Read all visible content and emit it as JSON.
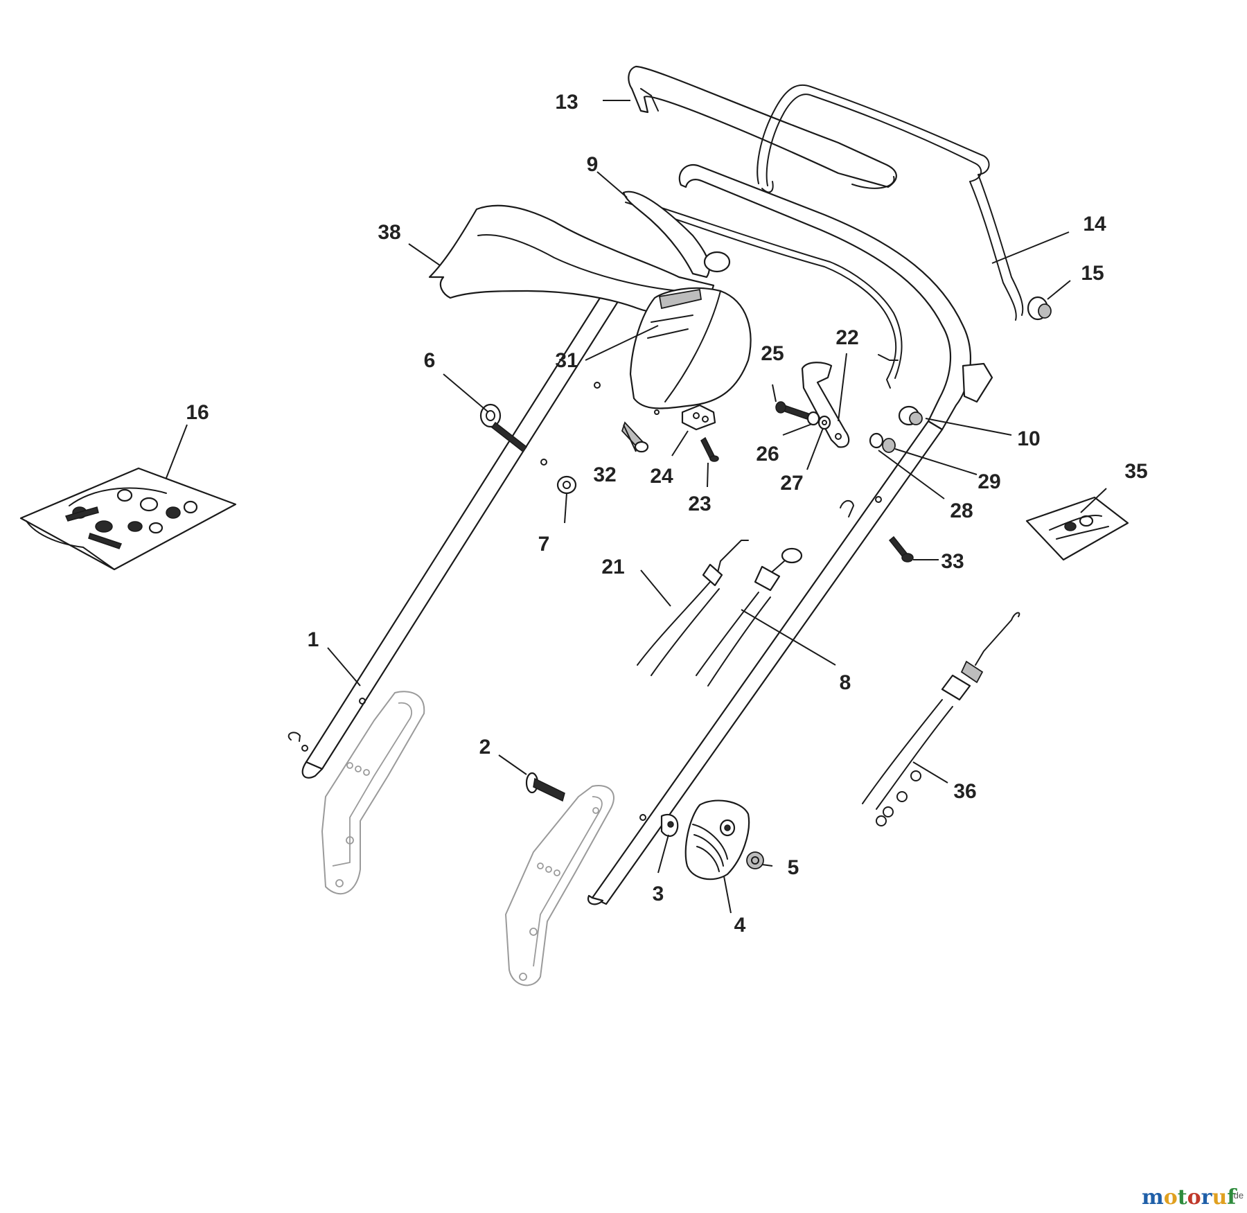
{
  "diagram": {
    "type": "exploded-parts-diagram",
    "labels": [
      "1",
      "2",
      "3",
      "4",
      "5",
      "6",
      "7",
      "8",
      "9",
      "10",
      "13",
      "14",
      "15",
      "16",
      "21",
      "22",
      "23",
      "24",
      "25",
      "26",
      "27",
      "28",
      "29",
      "31",
      "32",
      "33",
      "35",
      "36",
      "38"
    ]
  },
  "watermark": {
    "brand_letters": [
      "m",
      "o",
      "t",
      "o",
      "r",
      "u",
      "f"
    ],
    "brand_colors": [
      "#1f5fa8",
      "#e0a020",
      "#2e8b3c",
      "#c0392b",
      "#1f5fa8",
      "#e0a020",
      "#2e8b3c"
    ],
    "suffix": ".de"
  }
}
